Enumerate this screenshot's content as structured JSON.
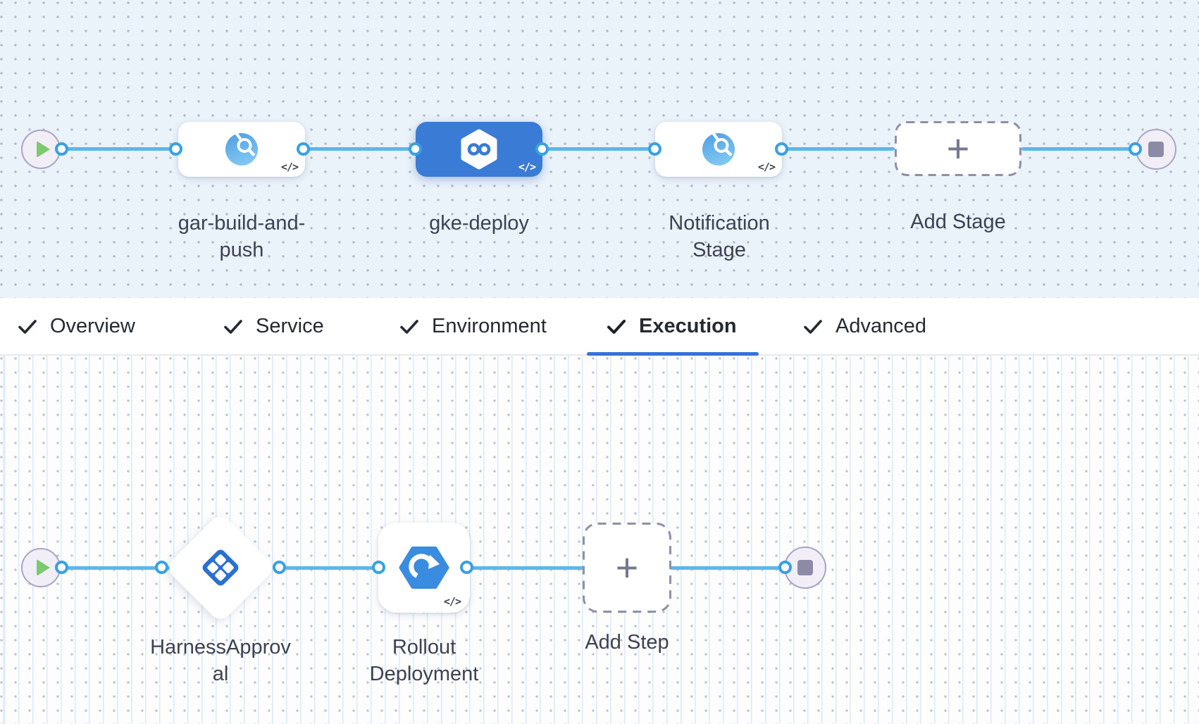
{
  "pipeline_stages": {
    "items": [
      {
        "label": "gar-build-and-push",
        "type": "custom-stage",
        "selected": false
      },
      {
        "label": "gke-deploy",
        "type": "deploy-stage",
        "selected": true
      },
      {
        "label": "Notification Stage",
        "type": "custom-stage",
        "selected": false
      }
    ],
    "add_label": "Add Stage"
  },
  "tabs": {
    "active": "Execution",
    "items": [
      {
        "label": "Overview",
        "checked": true
      },
      {
        "label": "Service",
        "checked": true
      },
      {
        "label": "Environment",
        "checked": true
      },
      {
        "label": "Execution",
        "checked": true
      },
      {
        "label": "Advanced",
        "checked": true
      }
    ]
  },
  "execution_steps": {
    "items": [
      {
        "label": "HarnessApproval",
        "type": "approval-step"
      },
      {
        "label": "Rollout Deployment",
        "type": "k8s-rollout-step"
      }
    ],
    "add_label": "Add Step"
  },
  "glyphs": {
    "code_badge": "</>",
    "plus": "+"
  },
  "colors": {
    "connector_line": "#5cb7ea",
    "connector_ring": "#36a1e6",
    "selected_stage": "#3a7bd5",
    "tab_underline": "#3372da",
    "play": "#7cc96e",
    "stop": "#8d8aa5",
    "canvas_top_bg": "#eaf2fa"
  }
}
